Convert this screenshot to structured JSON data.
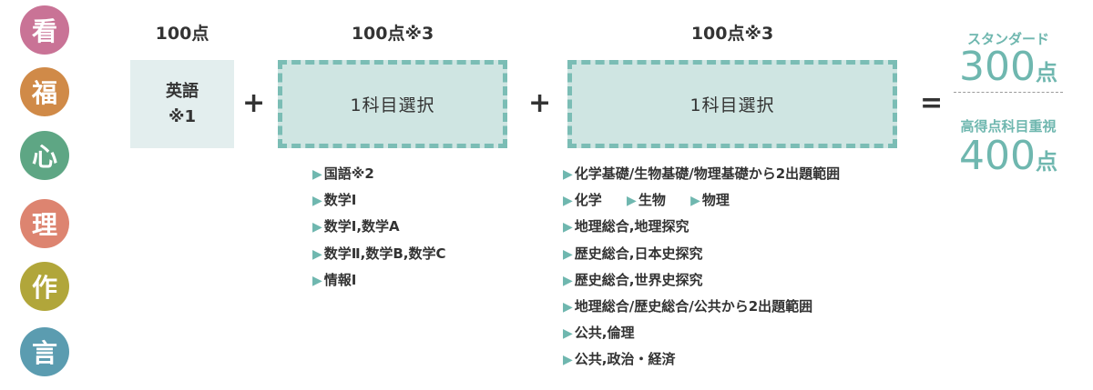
{
  "side_circles": [
    {
      "char": "看",
      "color": "#c97396"
    },
    {
      "char": "福",
      "color": "#d08a48"
    },
    {
      "char": "心",
      "color": "#5ea684"
    },
    {
      "char": "理",
      "color": "#dd8470"
    },
    {
      "char": "作",
      "color": "#b1a63a"
    },
    {
      "char": "言",
      "color": "#5b9cb0"
    }
  ],
  "col1": {
    "points": "100点",
    "line1": "英語",
    "line2": "※1"
  },
  "col2": {
    "points": "100点※3",
    "label": "1科目選択",
    "items": [
      "国語※2",
      "数学Ⅰ",
      "数学Ⅰ,数学A",
      "数学Ⅱ,数学B,数学C",
      "情報Ⅰ"
    ]
  },
  "col3": {
    "points": "100点※3",
    "label": "1科目選択",
    "items": [
      "化学基礎/生物基礎/物理基礎から2出題範囲",
      "",
      "地理総合,地理探究",
      "歴史総合,日本史探究",
      "歴史総合,世界史探究",
      "地理総合/歴史総合/公共から2出題範囲",
      "公共,倫理",
      "公共,政治・経済"
    ],
    "inline_items": [
      "化学",
      "生物",
      "物理"
    ]
  },
  "operators": {
    "plus": "+",
    "equals": "="
  },
  "results": {
    "standard": {
      "label": "スタンダード",
      "value": "300",
      "unit": "点"
    },
    "weighted": {
      "label": "高得点科目重視",
      "value": "400",
      "unit": "点"
    }
  },
  "marker": "▶",
  "colors": {
    "teal": "#6fb7af",
    "box_fill": "#cfe5e2",
    "solid_box_fill": "#e3eeee"
  }
}
